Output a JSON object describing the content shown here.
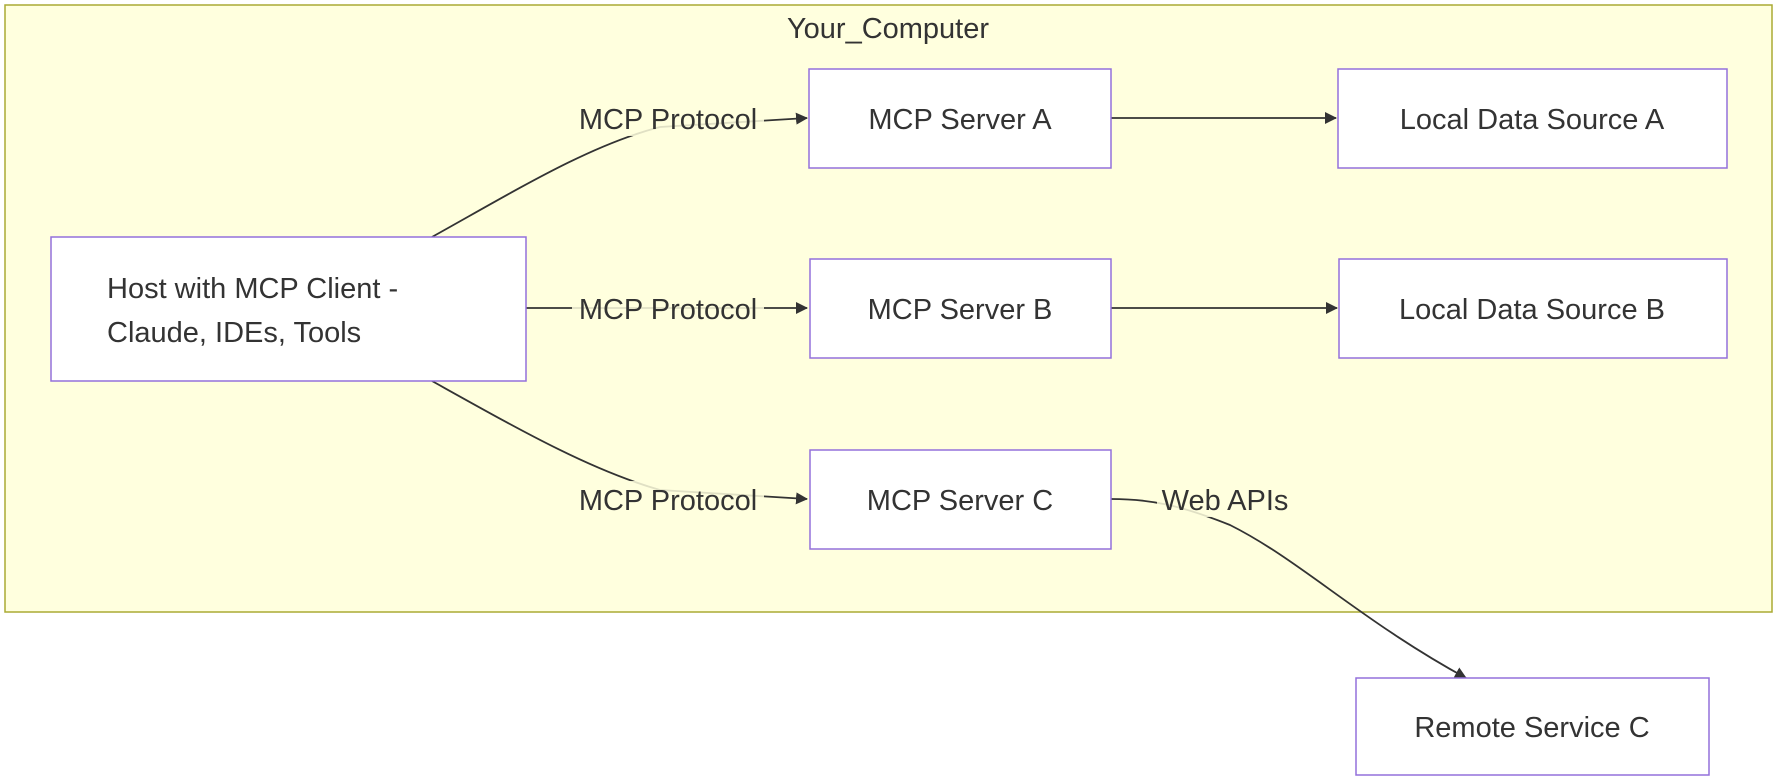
{
  "diagram": {
    "group": {
      "title": "Your_Computer"
    },
    "nodes": {
      "host": {
        "line1": "Host with MCP Client -",
        "line2": "Claude, IDEs, Tools"
      },
      "server_a": {
        "label": "MCP Server A"
      },
      "server_b": {
        "label": "MCP Server B"
      },
      "server_c": {
        "label": "MCP Server C"
      },
      "source_a": {
        "label": "Local Data Source A"
      },
      "source_b": {
        "label": "Local Data Source B"
      },
      "remote_c": {
        "label": "Remote Service C"
      }
    },
    "edges": {
      "host_to_a": {
        "label": "MCP Protocol"
      },
      "host_to_b": {
        "label": "MCP Protocol"
      },
      "host_to_c": {
        "label": "MCP Protocol"
      },
      "a_to_source": {
        "label": ""
      },
      "b_to_source": {
        "label": ""
      },
      "c_to_remote": {
        "label": "Web APIs"
      }
    },
    "colors": {
      "group_fill": "#ffffde",
      "group_stroke": "#aaaa33",
      "node_stroke": "#9370db",
      "edge_stroke": "#333333",
      "text": "#333333"
    }
  }
}
